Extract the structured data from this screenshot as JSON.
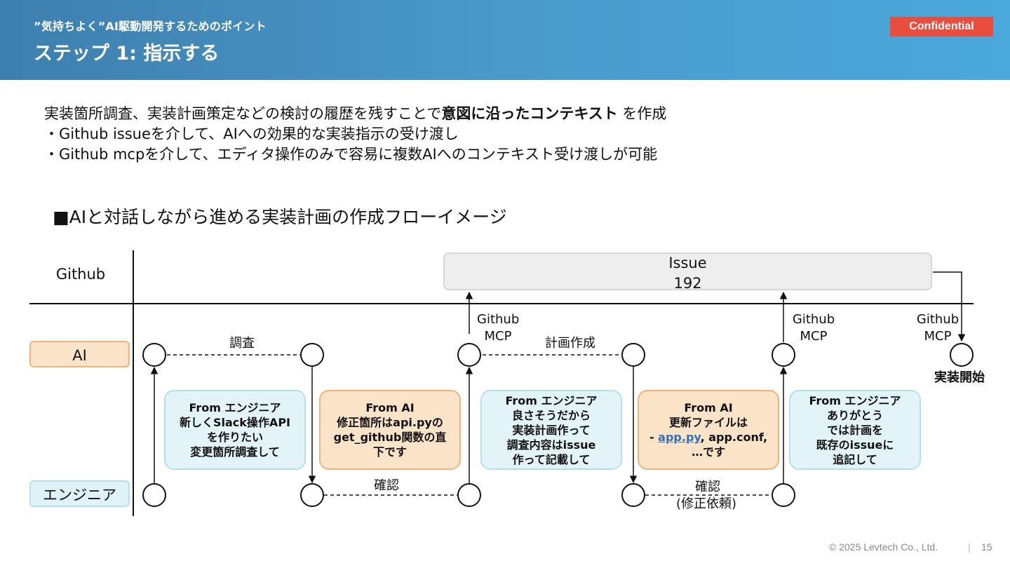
{
  "header": {
    "kicker": "”気持ちよく”AI駆動開発するためのポイント",
    "title": "ステップ 1: 指示する",
    "badge": "Confidential"
  },
  "intro": {
    "line1_pre": "実装箇所調査、実装計画策定などの検討の履歴を残すことで",
    "line1_bold": "意図に沿ったコンテキスト",
    "line1_post": " を作成",
    "line2": "・Github issueを介して、AIへの効果的な実装指示の受け渡し",
    "line3": "・Github mcpを介して、エディタ操作のみで容易に複数AIへのコンテキスト受け渡しが可能"
  },
  "flow_title": "■AIと対話しながら進める実装計画の作成フローイメージ",
  "lanes": {
    "github": "Github",
    "ai": "AI",
    "engineer": "エンジニア"
  },
  "issue": {
    "label": "Issue",
    "number": "192"
  },
  "edges": {
    "investigate": "調査",
    "confirm1": "確認",
    "plan": "計画作成",
    "confirm2": "確認",
    "confirm2_sub": "(修正依頼)"
  },
  "mcp": {
    "gh1_line1": "Github",
    "gh1_line2": "MCP",
    "gh2_line1": "Github",
    "gh2_line2": "MCP",
    "gh3_line1": "Github",
    "gh3_line2": "MCP"
  },
  "start_label": "実装開始",
  "bubbles": {
    "b1": {
      "from": "From エンジニア",
      "l1": "新しくSlack操作API",
      "l2": "を作りたい",
      "l3": "変更箇所調査して"
    },
    "b2": {
      "from": "From AI",
      "l1": "修正箇所はapi.pyの",
      "l2": "get_github関数の直",
      "l3": "下です"
    },
    "b3": {
      "from": "From エンジニア",
      "l1": "良さそうだから",
      "l2": "実装計画作って",
      "l3": "調査内容はissue",
      "l4": "作って記載して"
    },
    "b4": {
      "from": "From AI",
      "l1": "更新ファイルは",
      "l2_pre": "- ",
      "l2_link": "app.py",
      "l2_post": ", app.conf,",
      "l3": "…です"
    },
    "b5": {
      "from": "From エンジニア",
      "l1": "ありがとう",
      "l2": "では計画を",
      "l3": "既存のissueに",
      "l4": "追記して"
    }
  },
  "footer": {
    "copyright": "©  2025 Levtech Co., Ltd.",
    "page": "15"
  },
  "colors": {
    "header_start": "#3d7fae",
    "header_end": "#4aa8da",
    "badge": "#e84d3d",
    "ai_fill": "#fbe3c8",
    "engineer_fill": "#dff2f8"
  }
}
